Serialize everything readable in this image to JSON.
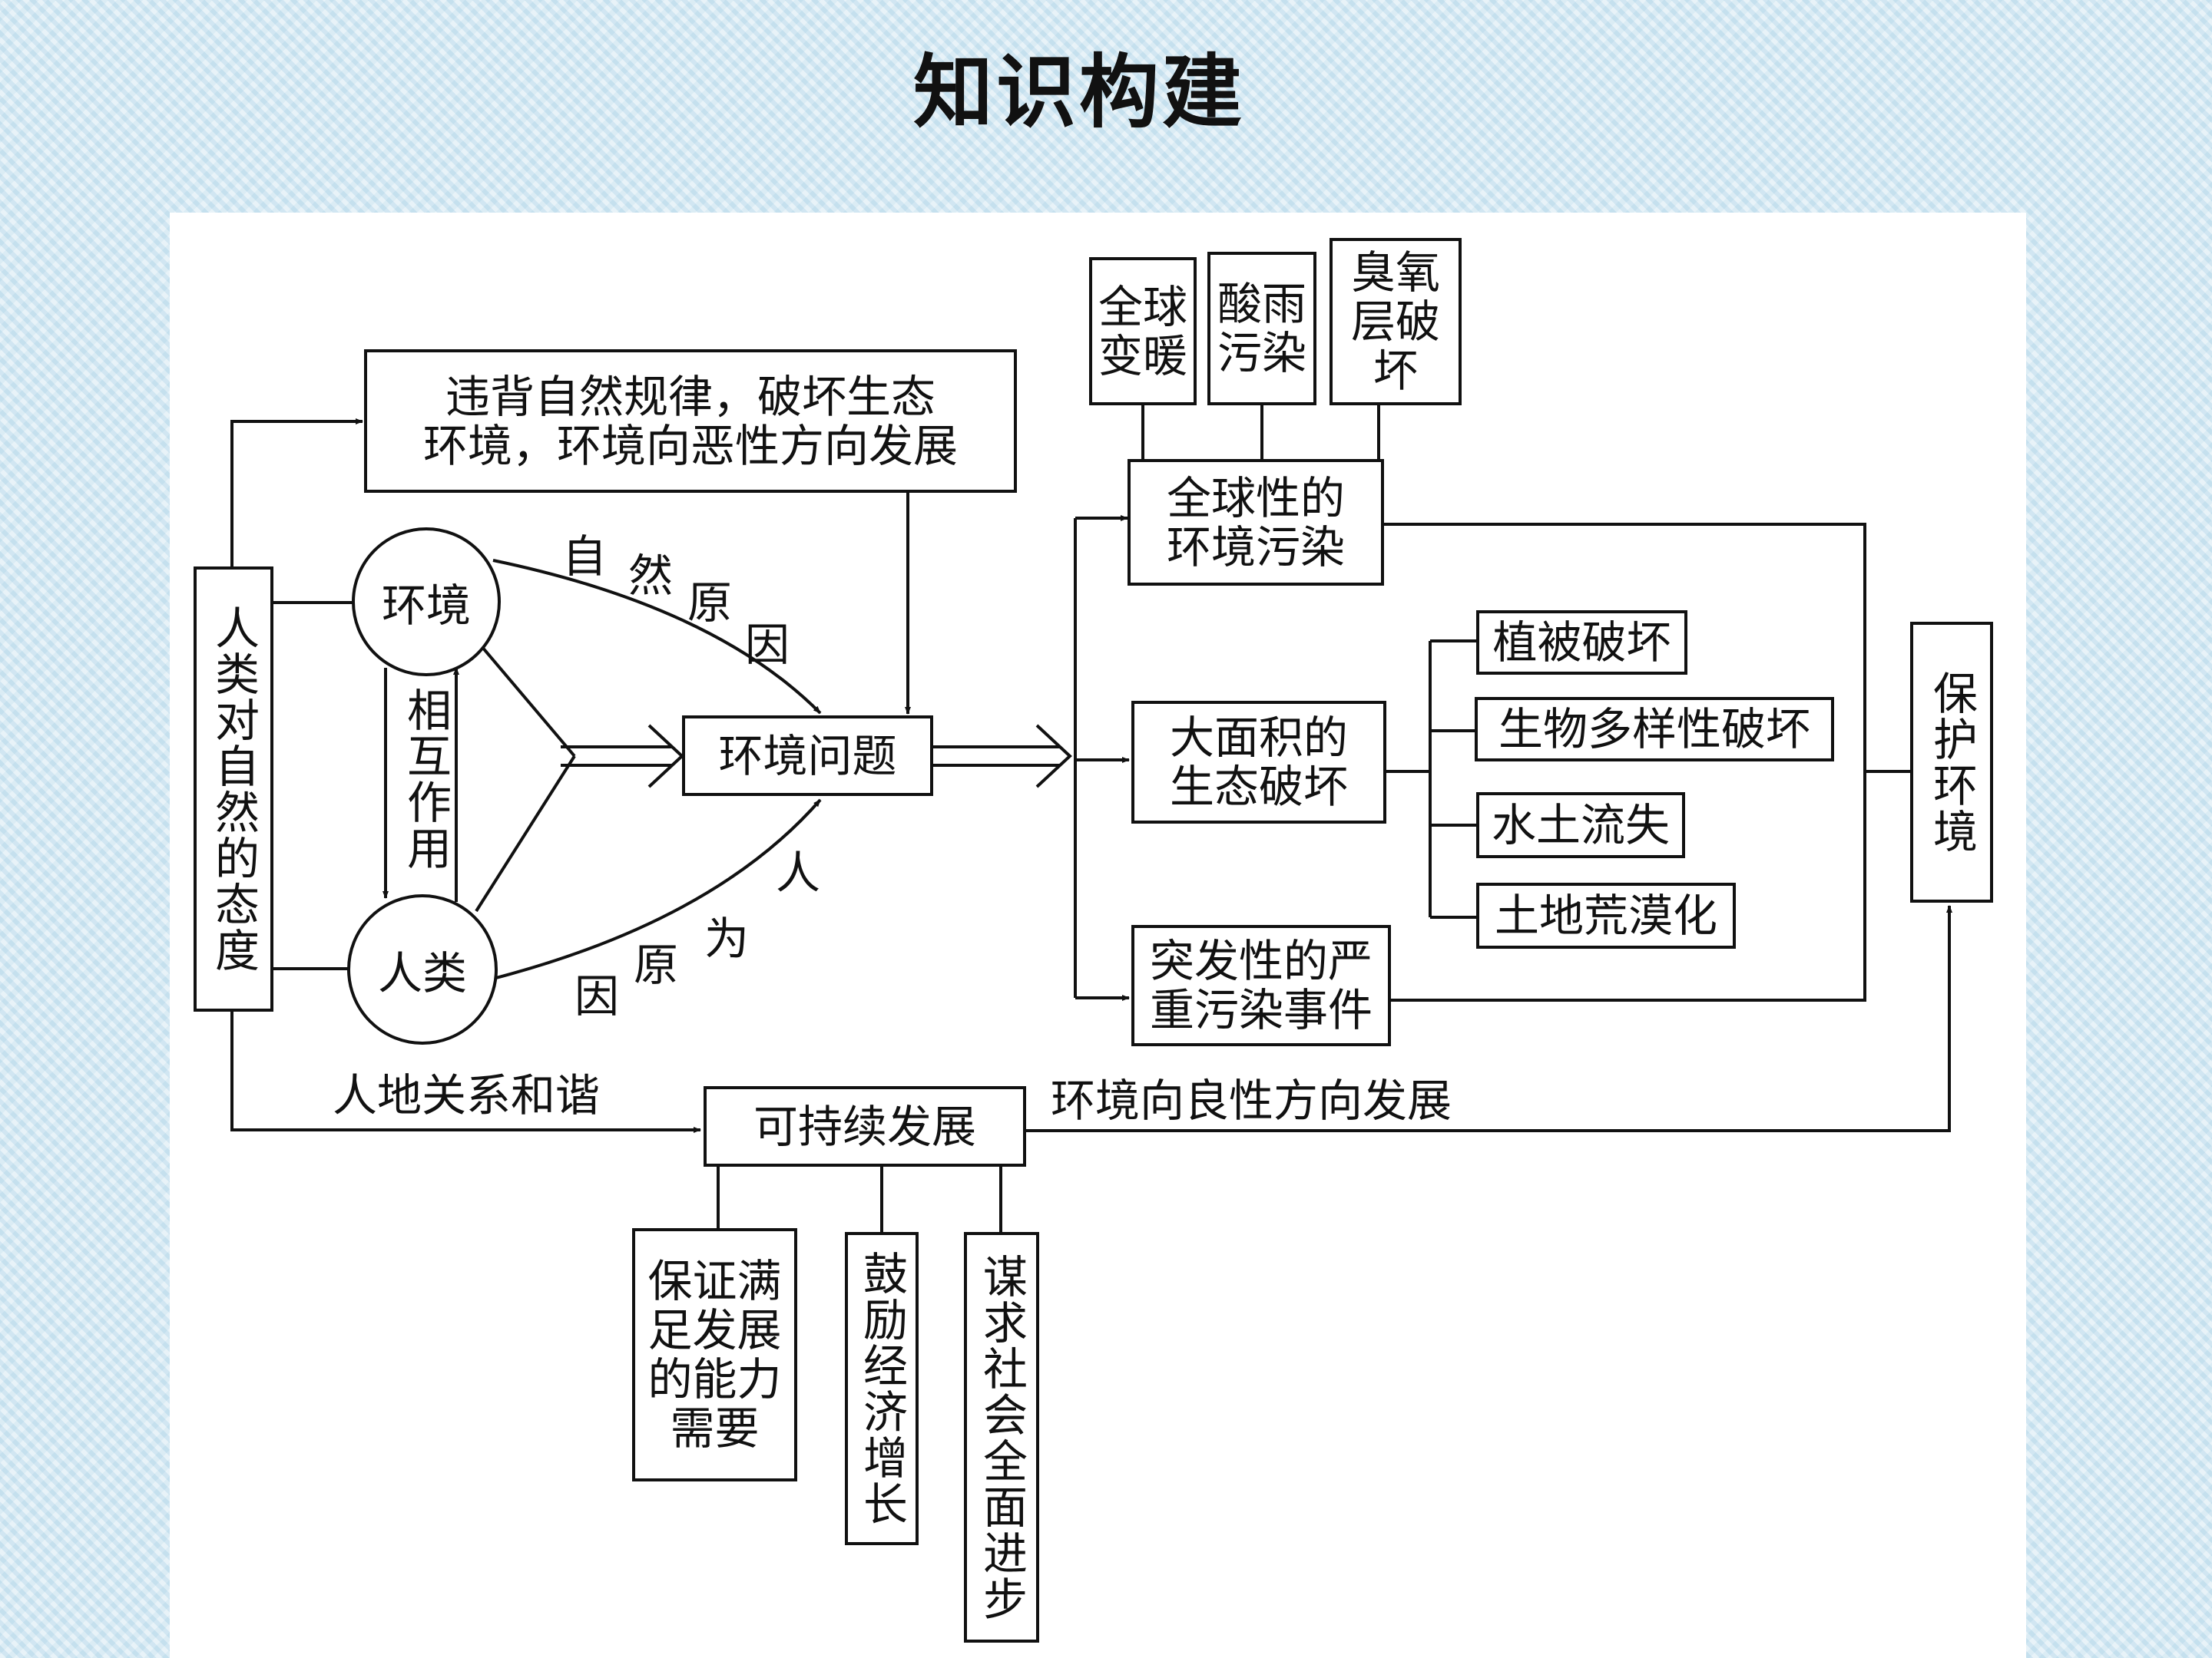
{
  "title": "知识构建",
  "attitude_box": "人类对自然的态度",
  "nodes": {
    "environment": "环境",
    "human": "人类",
    "interaction": "相互作用",
    "violate_line1": "违背自然规律，破坏生态",
    "violate_line2": "环境，环境向恶性方向发展",
    "env_problem": "环境问题",
    "global_pollution_line1": "全球性的",
    "global_pollution_line2": "环境污染",
    "global_warming_line1": "全球",
    "global_warming_line2": "变暖",
    "acid_rain_line1": "酸雨",
    "acid_rain_line2": "污染",
    "ozone_line1": "臭氧",
    "ozone_line2": "层破",
    "ozone_line3": "坏",
    "eco_damage_line1": "大面积的",
    "eco_damage_line2": "生态破坏",
    "vegetation": "植被破坏",
    "biodiversity": "生物多样性破坏",
    "soil_erosion": "水土流失",
    "desertification": "土地荒漠化",
    "sudden_line1": "突发性的严",
    "sudden_line2": "重污染事件",
    "protect_env": "保护环境",
    "sustainable": "可持续发展",
    "ensure_line1": "保证满",
    "ensure_line2": "足发展",
    "ensure_line3": "的能力",
    "ensure_line4": "需要",
    "encourage": "鼓励经济增长",
    "pursue": "谋求社会全面进步"
  },
  "labels": {
    "natural_cause": [
      "自",
      "然",
      "原",
      "因"
    ],
    "human_cause": [
      "人",
      "为",
      "原",
      "因"
    ],
    "harmony": "人地关系和谐",
    "good_direction": "环境向良性方向发展"
  }
}
